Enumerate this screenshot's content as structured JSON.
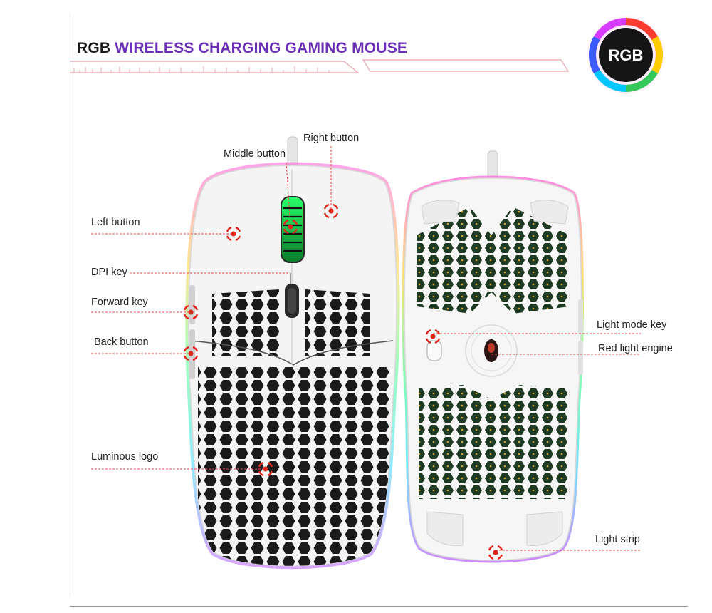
{
  "header": {
    "title_prefix": "RGB",
    "title_main": "WIRELESS CHARGING GAMING MOUSE"
  },
  "badge": {
    "label": "RGB"
  },
  "callouts": {
    "right_button": "Right button",
    "middle_button": "Middle button",
    "left_button": "Left  button",
    "dpi_key": "DPI key",
    "forward_key": "Forward key",
    "back_button": "Back button",
    "luminous_logo": "Luminous logo",
    "light_mode_key": "Light mode key",
    "red_light_engine": "Red light engine",
    "light_strip": "Light strip"
  },
  "colors": {
    "title_accent": "#6a2fb8",
    "callout_marker": "#e0261a",
    "dashed_line": "#e04a4a",
    "mouse_shell": "#f4f4f4",
    "hex_hole": "#1b1b1b",
    "pcb_green": "#1f3a23"
  }
}
